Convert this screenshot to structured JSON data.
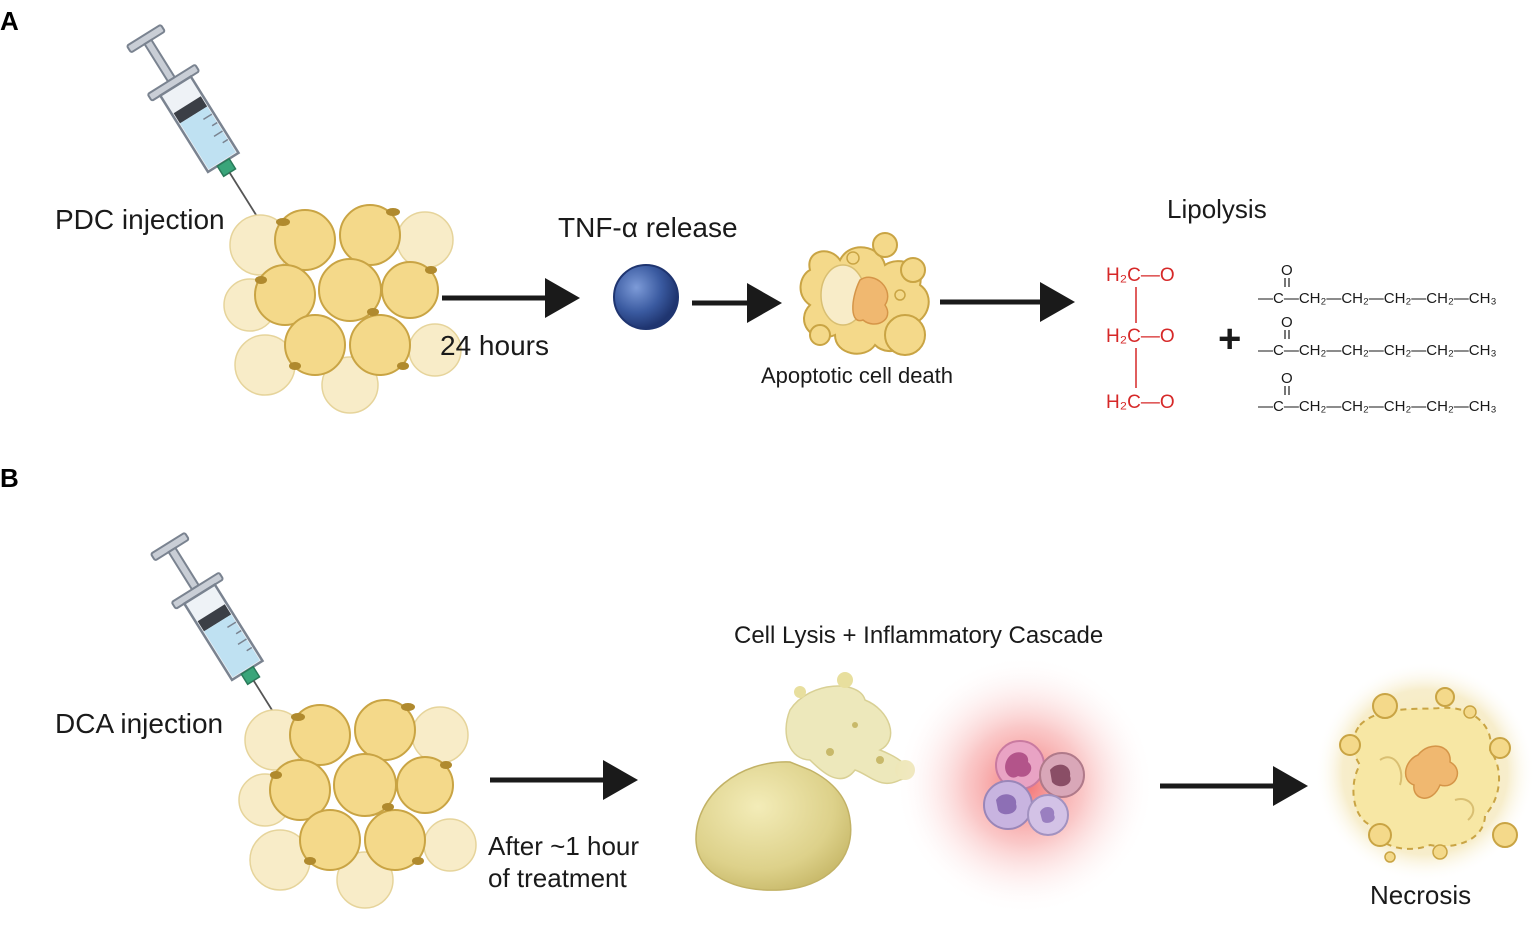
{
  "panels": {
    "a": {
      "letter": "A",
      "injection_label": "PDC injection",
      "time_label": "24 hours",
      "tnf_label": "TNF-α release",
      "apoptosis_label": "Apoptotic cell death",
      "lipolysis_label": "Lipolysis",
      "glycerol": {
        "row": "H₂C—O"
      },
      "plus": "+",
      "fatty_acid": {
        "carbonyl_o": "O",
        "chain": "—C—CH₂—CH₂—CH₂—CH₂—CH₃"
      }
    },
    "b": {
      "letter": "B",
      "injection_label": "DCA  injection",
      "time_label_line1": "After ~1 hour",
      "time_label_line2": "of treatment",
      "lysis_label": "Cell Lysis + Inflammatory Cascade",
      "necrosis_label": "Necrosis"
    }
  },
  "colors": {
    "fat_cell_fill": "#f4d98a",
    "fat_cell_light": "#f8ecc8",
    "fat_cell_edge": "#c9a444",
    "tnf_ball": "#3a5aa0",
    "inflammation_glow": "#f26b6b",
    "arrow": "#1a1a1a",
    "glycerol_red": "#d62828"
  },
  "icons": {
    "syringe": "syringe-icon",
    "adipocyte_cluster": "adipocyte-cluster-icon",
    "tnf_molecule": "tnf-molecule-icon",
    "apoptotic_cell": "apoptotic-cell-icon",
    "lysed_cell": "lysed-cell-icon",
    "immune_cells": "immune-cells-icon",
    "necrotic_cell": "necrotic-cell-icon"
  }
}
